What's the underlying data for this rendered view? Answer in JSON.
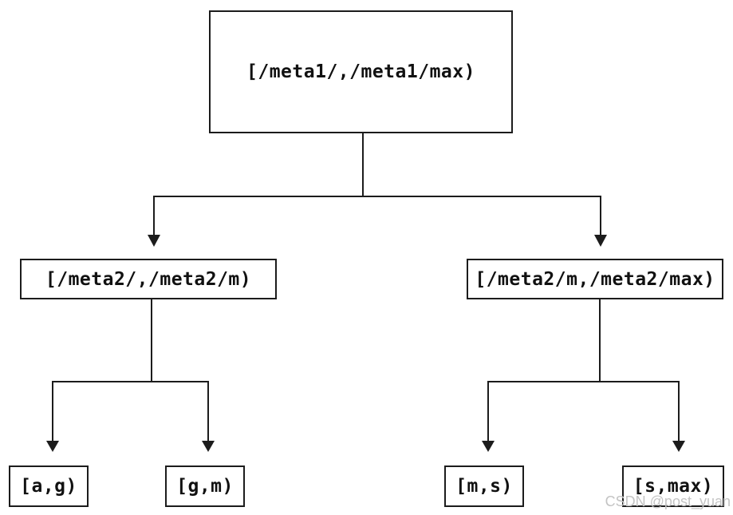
{
  "diagram": {
    "root": {
      "label": "[/meta1/,/meta1/max)"
    },
    "level2": [
      {
        "label": "[/meta2/,/meta2/m)"
      },
      {
        "label": "[/meta2/m,/meta2/max)"
      }
    ],
    "level3": [
      {
        "label": "[a,g)"
      },
      {
        "label": "[g,m)"
      },
      {
        "label": "[m,s)"
      },
      {
        "label": "[s,max)"
      }
    ]
  },
  "watermark": {
    "text": "CSDN @post_yuan"
  },
  "colors": {
    "line": "#1c1c1c",
    "box_border": "#1c1c1c",
    "text": "#111111",
    "watermark": "#c4c4c4",
    "background": "#ffffff"
  }
}
